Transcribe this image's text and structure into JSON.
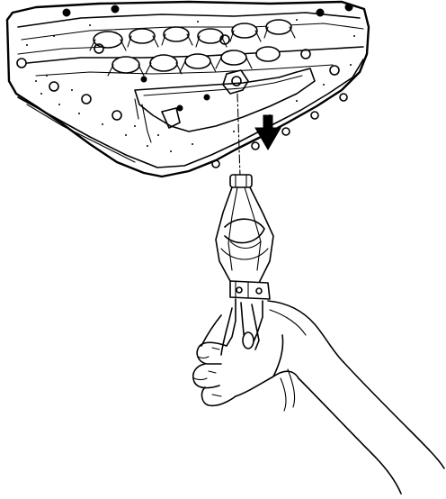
{
  "figure": {
    "description_visible_text": "",
    "colors": {
      "ink": "#000000",
      "paper": "#ffffff"
    },
    "parts": [
      {
        "id": "valve-body-assembly",
        "icon": "valve-body-icon"
      },
      {
        "id": "removal-direction-arrow",
        "icon": "arrow-down-icon"
      },
      {
        "id": "removal-path-line",
        "icon": "dash-dot-line-icon"
      },
      {
        "id": "snap-ring-pliers",
        "icon": "pliers-icon"
      },
      {
        "id": "technician-hand",
        "icon": "hand-icon"
      }
    ]
  }
}
